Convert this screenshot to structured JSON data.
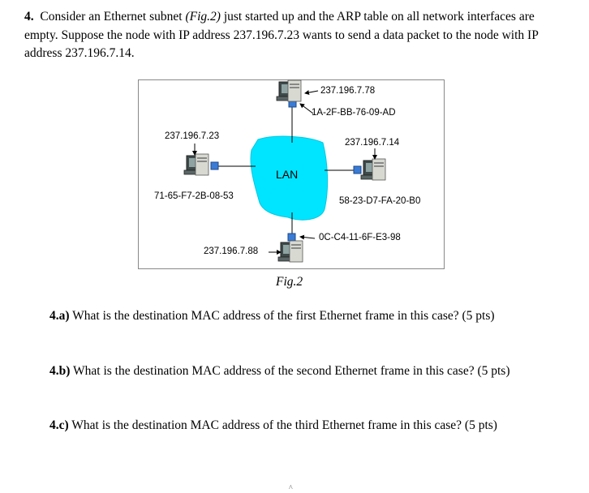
{
  "question": {
    "number": "4.",
    "text_before": "Consider an Ethernet subnet ",
    "fig_ref": "(Fig.2)",
    "text_after": " just started up and the ARP table on all network interfaces are empty. Suppose the node with IP address 237.196.7.23 wants to send a data packet to the node with IP address 237.196.7.14."
  },
  "figure": {
    "lan_label": "LAN",
    "caption": "Fig.2",
    "nodes": {
      "top": {
        "ip": "237.196.7.78",
        "mac": "1A-2F-BB-76-09-AD"
      },
      "left": {
        "ip": "237.196.7.23",
        "mac": "71-65-F7-2B-08-53"
      },
      "right": {
        "ip": "237.196.7.14",
        "mac": "58-23-D7-FA-20-B0"
      },
      "bottom": {
        "ip": "237.196.7.88",
        "mac": "0C-C4-11-6F-E3-98"
      }
    }
  },
  "parts": [
    {
      "id": "4.a)",
      "text": " What is the destination MAC address of the first Ethernet frame in this case? (5 pts)"
    },
    {
      "id": "4.b)",
      "text": " What is the destination MAC address of the second Ethernet frame in this case? (5 pts)"
    },
    {
      "id": "4.c)",
      "text": " What is the destination MAC address of the third Ethernet frame in this case? (5 pts)"
    }
  ],
  "colors": {
    "lan_cloud": "#00e5ff",
    "adapter": "#3a7bd5",
    "text": "#000000"
  },
  "footer_mark": "^"
}
